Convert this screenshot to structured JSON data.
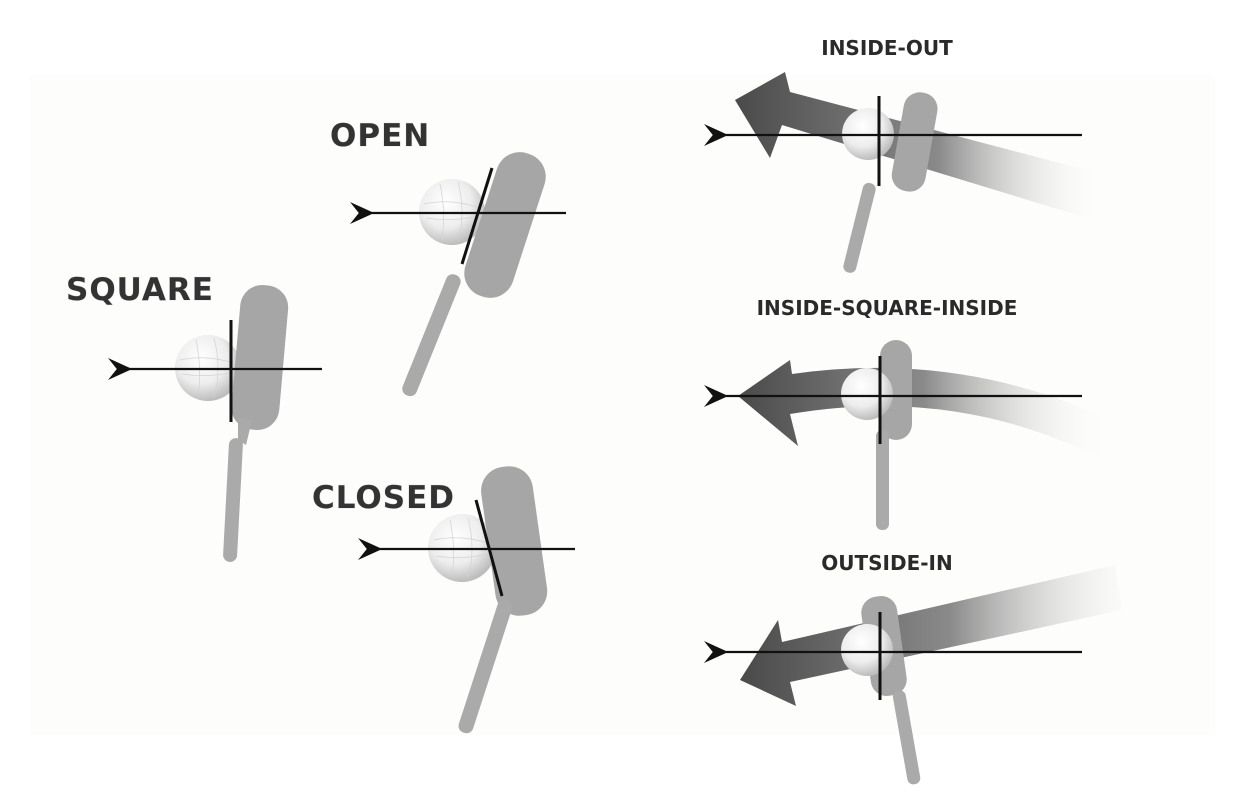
{
  "face_angles": {
    "open_label": "OPEN",
    "square_label": "SQUARE",
    "closed_label": "CLOSED"
  },
  "swing_paths": {
    "inside_out_label": "INSIDE-OUT",
    "inside_square_inside_label": "INSIDE-SQUARE-INSIDE",
    "outside_in_label": "OUTSIDE-IN"
  },
  "colors": {
    "club": "#a8a8a8",
    "path_arrow": "#5a5a5a",
    "target_line": "#111111",
    "label": "#333333"
  },
  "icons": [
    "golf-club",
    "golf-ball",
    "target-line-arrow",
    "swing-path-arrow"
  ]
}
